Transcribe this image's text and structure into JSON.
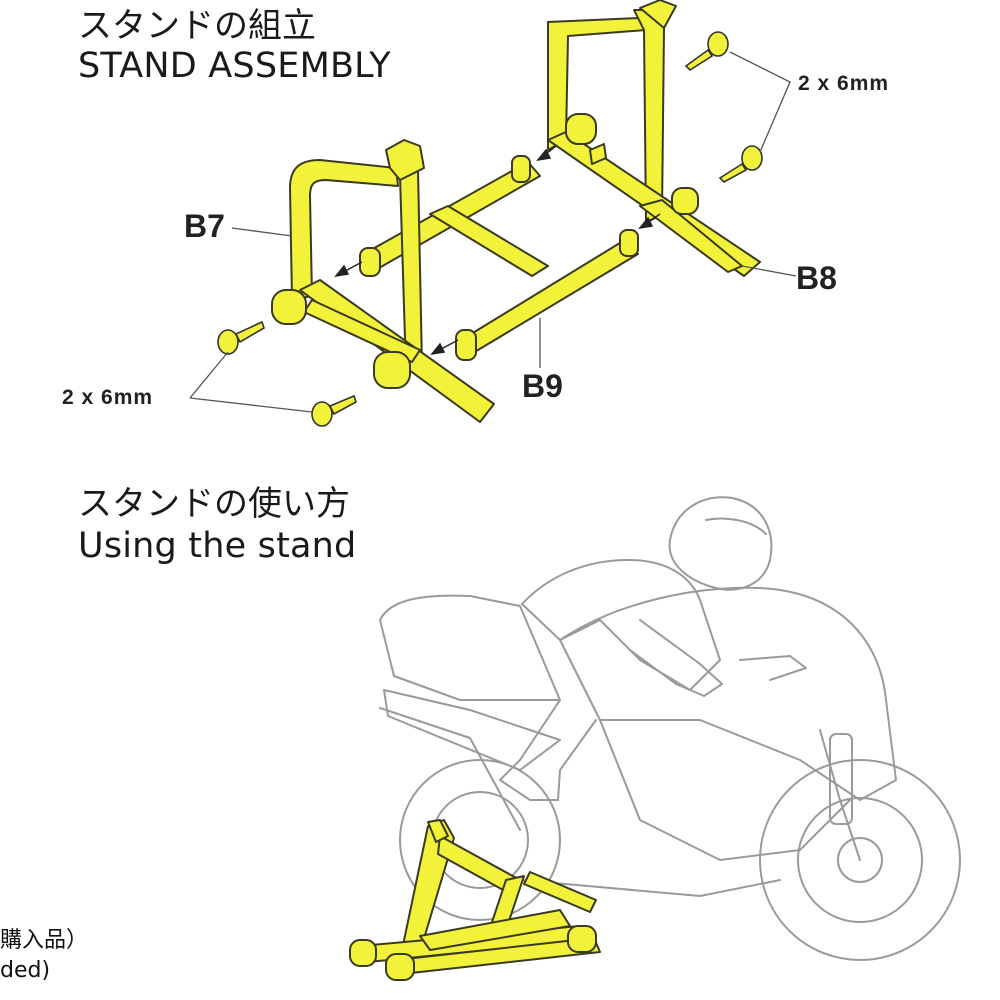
{
  "section_assembly": {
    "title_ja": "スタンドの組立",
    "title_en": "STAND ASSEMBLY"
  },
  "parts": {
    "b7": "B7",
    "b8": "B8",
    "b9": "B9"
  },
  "screws": {
    "upper_label": "2 x 6mm",
    "lower_label": "2 x 6mm"
  },
  "section_usage": {
    "title_ja": "スタンドの使い方",
    "title_en": "Using the stand"
  },
  "cut_off_note": {
    "line1": "購入品）",
    "line2": "ded)"
  },
  "colors": {
    "part_fill": "#f2f23a",
    "outline": "#3a3a20",
    "bike_line": "#9a9a9a"
  }
}
